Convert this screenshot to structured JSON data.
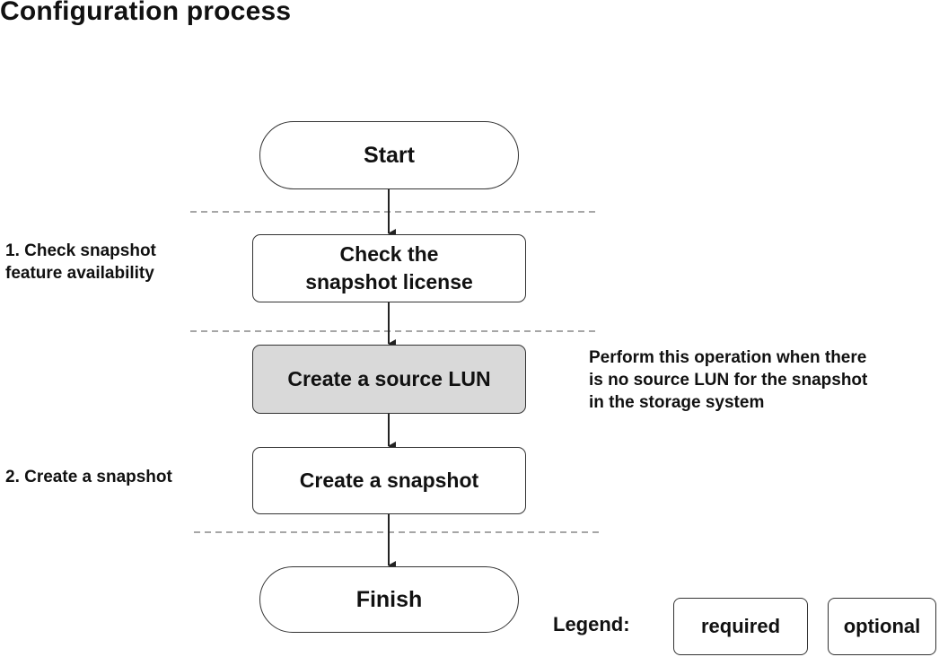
{
  "title": "Configuration process",
  "nodes": {
    "start": "Start",
    "check_license": "Check the\nsnapshot license",
    "create_source_lun": "Create a source LUN",
    "create_snapshot": "Create a snapshot",
    "finish": "Finish"
  },
  "phases": [
    "1. Check snapshot\n    feature availability",
    "2. Create a snapshot"
  ],
  "note": "Perform this operation when there\nis no source LUN for the snapshot\nin the storage system",
  "legend": {
    "label": "Legend:",
    "required": "required",
    "optional": "optional"
  },
  "colors": {
    "required_fill": "#ffffff",
    "optional_fill": "#d9d9d9",
    "line": "#333333",
    "divider": "#888888"
  }
}
